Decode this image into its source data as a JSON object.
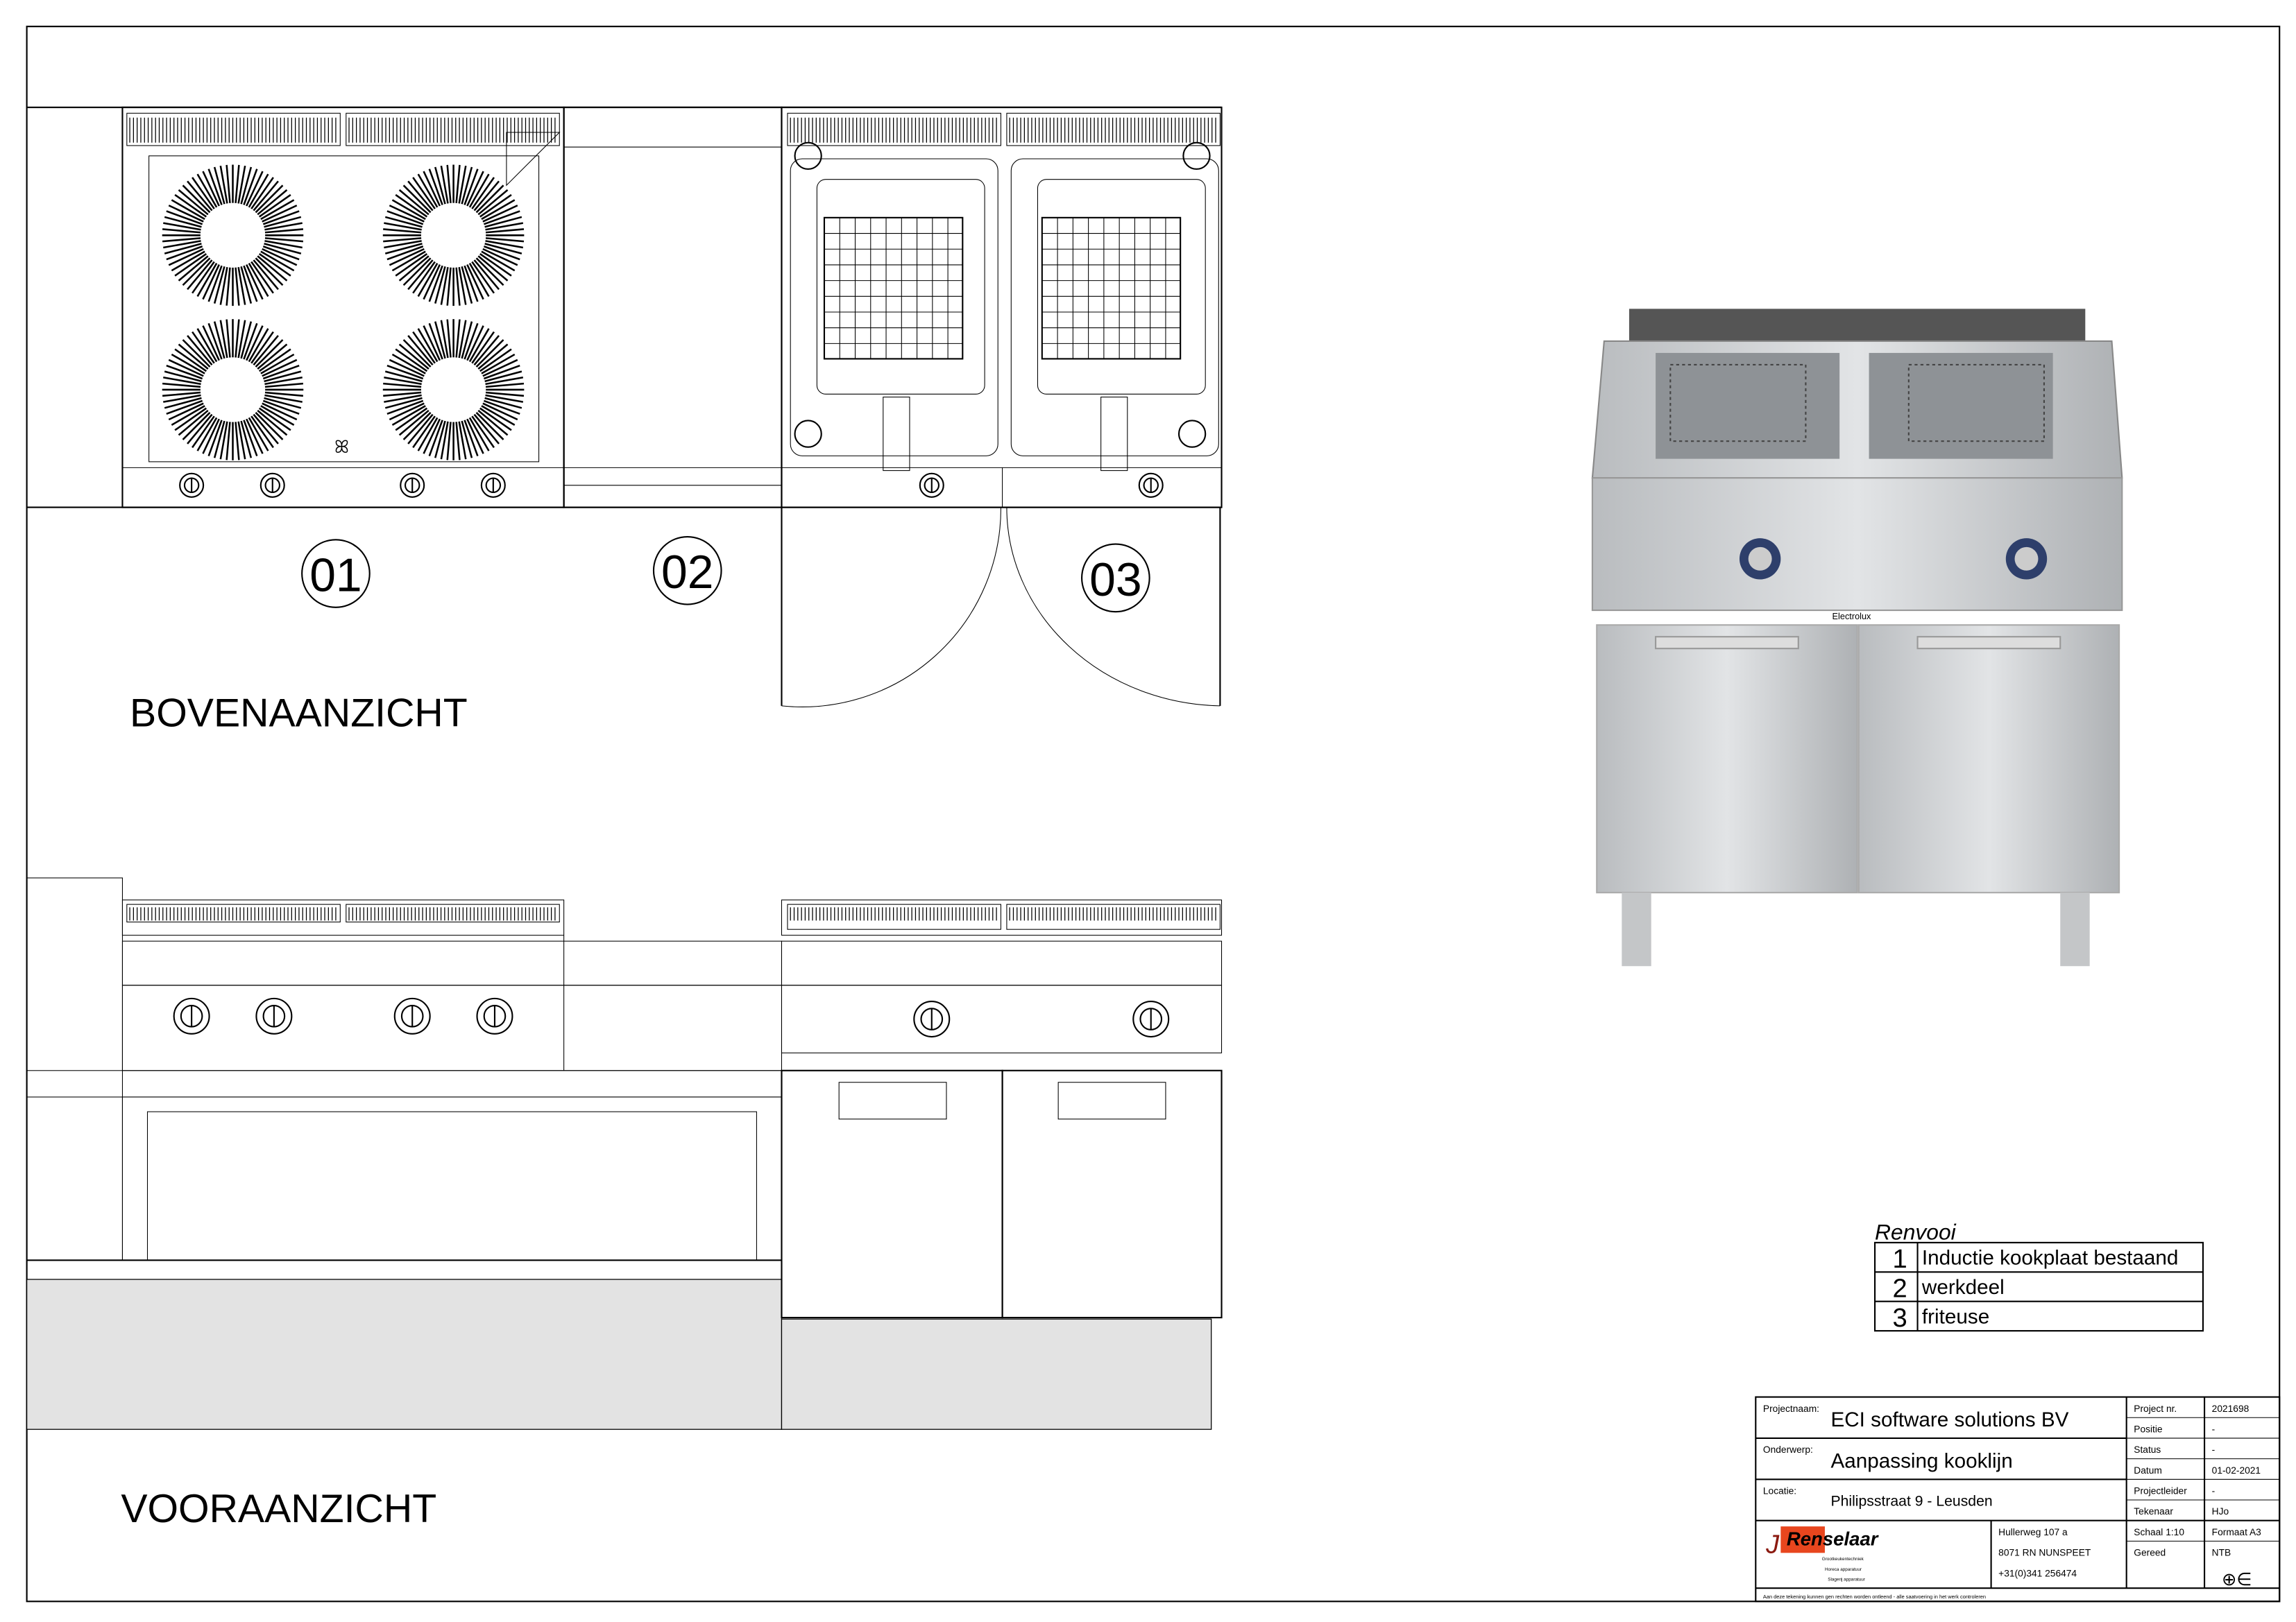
{
  "views": {
    "top_view_title": "BOVENAANZICHT",
    "front_view_title": "VOORAANZICHT",
    "position_labels": [
      "01",
      "02",
      "03"
    ]
  },
  "legend": {
    "title": "Renvooi",
    "items": [
      {
        "num": "1",
        "label": "Inductie kookplaat bestaand"
      },
      {
        "num": "2",
        "label": "werkdeel"
      },
      {
        "num": "3",
        "label": "friteuse"
      }
    ]
  },
  "title_block": {
    "project_name_label": "Projectnaam:",
    "project_name": "ECI  software solutions BV",
    "subject_label": "Onderwerp:",
    "subject": "Aanpassing kooklijn",
    "location_label": "Locatie:",
    "location": "Philipsstraat 9 - Leusden",
    "fields": [
      {
        "label": "Project nr.",
        "value": "2021698"
      },
      {
        "label": "Positie",
        "value": "-"
      },
      {
        "label": "Status",
        "value": "-"
      },
      {
        "label": "Datum",
        "value": "01-02-2021"
      },
      {
        "label": "Projectleider",
        "value": "-"
      },
      {
        "label": "Tekenaar",
        "value": "HJo"
      },
      {
        "label": "Schaal   1:10",
        "value": "Formaat A3"
      },
      {
        "label": "Gereed",
        "value": "NTB"
      }
    ],
    "company": {
      "logo_text": "Renselaar",
      "logo_lines": [
        "Grootkeukentechniek",
        "Horeca apparatuur",
        "Slagerij apparatuur"
      ],
      "address1": "Hullerweg 107 a",
      "address2": "8071 RN  NUNSPEET",
      "phone": "+31(0)341 256474"
    },
    "disclaimer": "Aan deze tekening kunnen gen rechten worden ontleend - alle saatvoering in het werk controleren"
  },
  "product_photo": {
    "brand": "Electrolux"
  }
}
